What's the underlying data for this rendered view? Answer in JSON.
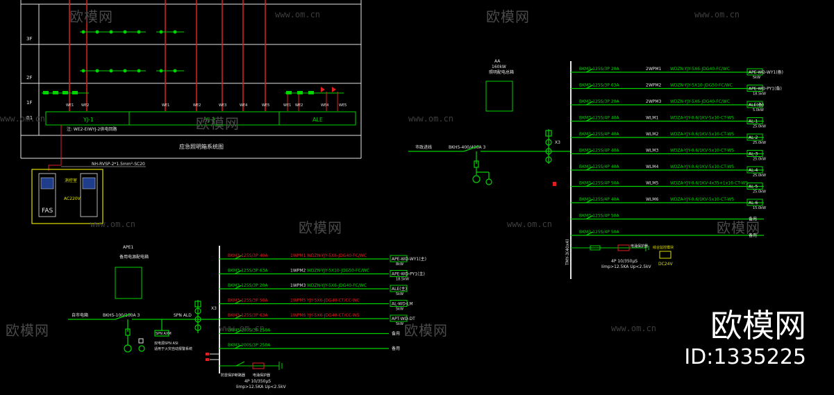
{
  "watermark": {
    "brand": "欧模网",
    "url": "www.om.cn"
  },
  "brand_mark": {
    "name": "欧模网",
    "id": "ID:1335225"
  },
  "colors": {
    "bg": "#000000",
    "green": "#00d400",
    "red": "#e02020",
    "white": "#e6e6e6",
    "yellow": "#e0e000",
    "cyan": "#00c8c8"
  },
  "riser": {
    "floors": [
      "3F",
      "2F",
      "1F",
      "B1"
    ],
    "boxes": [
      "YJ-1",
      "YJ-2",
      "ALE"
    ],
    "note": "注: WE2-EIWYJ-2供电回路",
    "title": "应急照明箱系统图",
    "cable": "NH-RVSP-2*1.5mm²-SC20",
    "fas_label": "FAS",
    "fas_room": "消控室",
    "fas_power": "AC220V"
  },
  "panel_right": {
    "name": "AA",
    "rating": "160kW",
    "desc": "照明配电总箱",
    "incoming_label": "市政进线",
    "incoming_breaker": "BKH5-400/400A 3",
    "x3": "X3",
    "bus_label": "TMY-3(40x4)",
    "circuits": [
      {
        "breaker": "BKM3-125S/3P 20A",
        "no": "2WPM1",
        "cable": "WDZN-YJY-5X6-JDG40-FC/WC",
        "dest": "APE-WD-WY1(备)",
        "load": "5kW",
        "red": false
      },
      {
        "breaker": "BKM3-125S/3P 63A",
        "no": "2WPM2",
        "cable": "WDZN-YJY-5X10-JDG50-FC/WC",
        "dest": "APE-WD-PY1(备)",
        "load": "18.5kW",
        "red": false
      },
      {
        "breaker": "BKM3-125S/3P 20A",
        "no": "2WPM3",
        "cable": "WDZN-YJY-5X6-JDG40-FC/WC",
        "dest": "ALE(备)",
        "load": "5.0kW",
        "red": false
      },
      {
        "breaker": "BKM3-125S/4P 40A",
        "no": "WLM1",
        "cable": "WDZA-YJY-0.6/1KV-5x10-CT-WS",
        "dest": "AL-1",
        "load": "25.0kW",
        "red": false
      },
      {
        "breaker": "BKM3-125S/4P 40A",
        "no": "WLM2",
        "cable": "WDZA-YJY-0.6/1KV-5x10-CT-WS",
        "dest": "AL-2",
        "load": "25.0kW",
        "red": false
      },
      {
        "breaker": "BKM3-125S/4P 40A",
        "no": "WLM3",
        "cable": "WDZA-YJY-0.6/1KV-5x10-CT-WS",
        "dest": "AL-3",
        "load": "25.0kW",
        "red": false
      },
      {
        "breaker": "BKM3-125S/4P 40A",
        "no": "WLM4",
        "cable": "WDZA-YJY-0.6/1KV-5x10-CT-WS",
        "dest": "AL-4",
        "load": "25.0kW",
        "red": false
      },
      {
        "breaker": "BKM3-125S/4P 50A",
        "no": "WLM5",
        "cable": "WDZA-YJY-0.6/1KV-4x35+1x16-CT-WS",
        "dest": "AL-5",
        "load": "25.0kW",
        "red": false
      },
      {
        "breaker": "BKM3-125S/4P 40A",
        "no": "WLM6",
        "cable": "WDZA-YJY-0.6/1KV-5x10-CT-WS",
        "dest": "AL-6",
        "load": "15.0kW",
        "red": false
      },
      {
        "breaker": "BKM3-125S/4P 50A",
        "no": "",
        "cable": "",
        "dest": "备用",
        "load": "",
        "red": false
      },
      {
        "breaker": "BKM3-125S/4P 50A",
        "no": "",
        "cable": "",
        "dest": "备用",
        "load": "",
        "red": false
      }
    ],
    "spd": "4P 10/350μS",
    "spd_imp": "Iimp>12.5KA Up<2.5kV",
    "spd_note": "电涌保护器",
    "meter": "DC24V",
    "meter_note": "综合监控模块"
  },
  "panel_left": {
    "name": "APE1",
    "desc": "备用电源配电箱",
    "incoming_label": "自市电箱",
    "incoming_breaker": "BKH5-100/100A 3",
    "spn": "SPN ALD",
    "ats": "SPN AXM",
    "ats_note": "双电源SPN ASI",
    "ats_sub": "适用于火灾自动报警系统",
    "x3": "X3",
    "circuits": [
      {
        "breaker": "BKM3-125S/3P 40A",
        "no": "1WPM1",
        "cable": "WDZN-YJY-5X6-JDG40-FC/WC",
        "dest": "APE-WD-WY1(主)",
        "load": "8kW",
        "red": true
      },
      {
        "breaker": "BKM3-125S/3P 63A",
        "no": "1WPM2",
        "cable": "WDZN-YJY-5X10-JDG50-FC/WC",
        "dest": "APE-WD-PY1(主)",
        "load": "18.5kW",
        "red": false
      },
      {
        "breaker": "BKM3-125S/3P 20A",
        "no": "1WPM3",
        "cable": "WDZN-YJY-5X6-JDG40-FC/WC",
        "dest": "ALE(主)",
        "load": "5kW",
        "red": false
      },
      {
        "breaker": "BKM3-125S/3P 50A",
        "no": "1WPM5",
        "cable": "YJY-5X6-JDG40-CT/CC-WC",
        "dest": "AL-WD-LM",
        "load": "5kW",
        "red": true
      },
      {
        "breaker": "BKM3-125S/3P 63A",
        "no": "1WPM6",
        "cable": "YJY-5X6-JDG40-CT/CC-WS",
        "dest": "APT-WD-DT",
        "load": "5kW",
        "red": true
      },
      {
        "breaker": "BKM3-200S/3P 250A",
        "no": "",
        "cable": "",
        "dest": "备用",
        "load": "",
        "red": false
      },
      {
        "breaker": "BKM3-200S/3P 250A",
        "no": "",
        "cable": "",
        "dest": "备用",
        "load": "",
        "red": false
      }
    ],
    "spd": "4P 10/350μS",
    "spd_imp": "Iimp>12.5KA Up<2.5kV",
    "spd_note": "电涌保护器",
    "spd_breaker": "防雷保护断路器"
  }
}
